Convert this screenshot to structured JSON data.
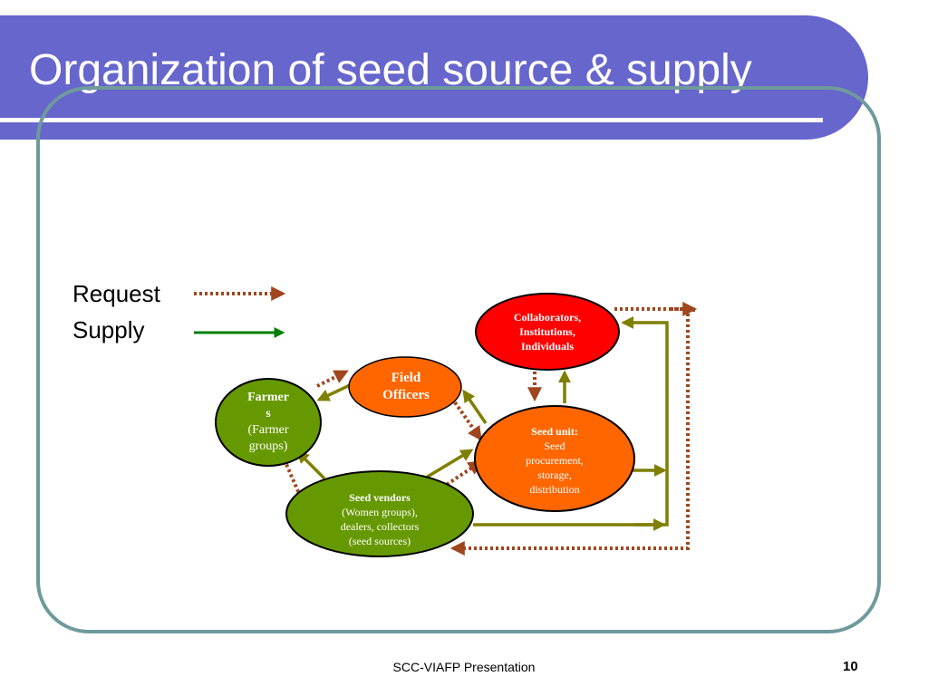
{
  "slide": {
    "title": "Organization of seed source & supply",
    "footer": "SCC-VIAFP Presentation",
    "page_number": "10"
  },
  "legend": {
    "request_label": "Request",
    "supply_label": "Supply"
  },
  "nodes": {
    "collaborators": {
      "title": "Collaborators,",
      "line2": "Institutions,",
      "line3": "Individuals"
    },
    "field_officers": {
      "title": "Field",
      "line2": "Officers"
    },
    "farmers": {
      "title": "Farmer",
      "line2": "s",
      "line3": "(Farmer",
      "line4": "groups)"
    },
    "seed_unit": {
      "title": "Seed unit:",
      "line2": "Seed",
      "line3": "procurement,",
      "line4": "storage,",
      "line5": "distribution"
    },
    "seed_vendors": {
      "title": "Seed vendors",
      "line2": "(Women groups),",
      "line3": "dealers, collectors",
      "line4": "(seed sources)"
    }
  },
  "colors": {
    "title_bar": "#6666cc",
    "frame": "#6f9a9c",
    "request_arrow": "#a0461e",
    "supply_arrow_legend": "#008000",
    "supply_arrow": "#7f7f00",
    "node_red": "#ff0000",
    "node_orange": "#ff6600",
    "node_green": "#669900"
  }
}
